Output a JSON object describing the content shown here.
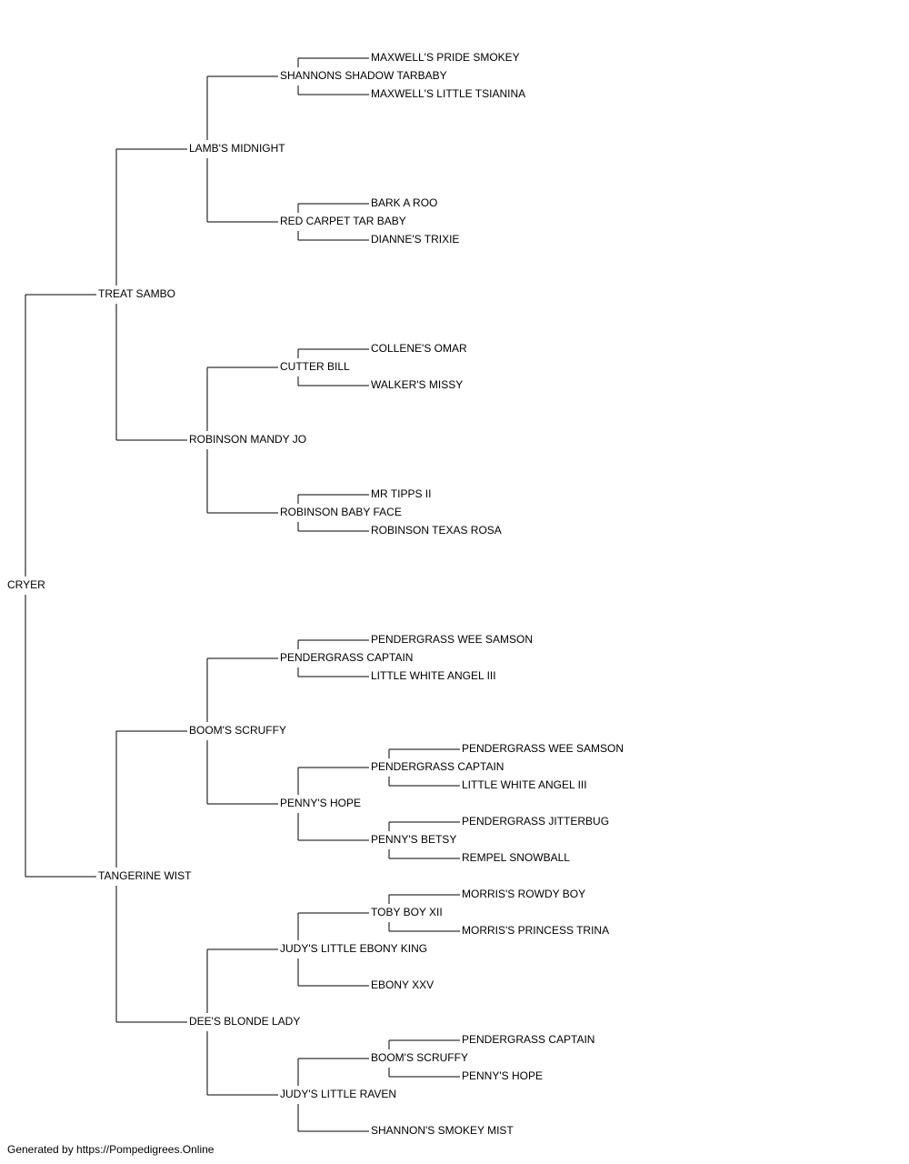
{
  "subject": "CRYER",
  "pedigree": {
    "name": "CRYER",
    "sire": {
      "name": "TREAT SAMBO",
      "sire": {
        "name": "LAMB'S MIDNIGHT",
        "sire": {
          "name": "SHANNONS SHADOW TARBABY",
          "sire": {
            "name": "MAXWELL'S PRIDE SMOKEY"
          },
          "dam": {
            "name": "MAXWELL'S LITTLE TSIANINA"
          }
        },
        "dam": {
          "name": "RED CARPET TAR BABY",
          "sire": {
            "name": "BARK A ROO"
          },
          "dam": {
            "name": "DIANNE'S TRIXIE"
          }
        }
      },
      "dam": {
        "name": "ROBINSON MANDY JO",
        "sire": {
          "name": "CUTTER BILL",
          "sire": {
            "name": "COLLENE'S OMAR"
          },
          "dam": {
            "name": "WALKER'S MISSY"
          }
        },
        "dam": {
          "name": "ROBINSON BABY FACE",
          "sire": {
            "name": "MR TIPPS II"
          },
          "dam": {
            "name": "ROBINSON TEXAS ROSA"
          }
        }
      }
    },
    "dam": {
      "name": "TANGERINE WIST",
      "sire": {
        "name": "BOOM'S SCRUFFY",
        "sire": {
          "name": "PENDERGRASS CAPTAIN",
          "sire": {
            "name": "PENDERGRASS WEE SAMSON"
          },
          "dam": {
            "name": "LITTLE WHITE ANGEL III"
          }
        },
        "dam": {
          "name": "PENNY'S HOPE",
          "sire": {
            "name": "PENDERGRASS CAPTAIN",
            "sire": {
              "name": "PENDERGRASS WEE SAMSON"
            },
            "dam": {
              "name": "LITTLE WHITE ANGEL III"
            }
          },
          "dam": {
            "name": "PENNY'S BETSY",
            "sire": {
              "name": "PENDERGRASS JITTERBUG"
            },
            "dam": {
              "name": "REMPEL SNOWBALL"
            }
          }
        }
      },
      "dam": {
        "name": "DEE'S BLONDE LADY",
        "sire": {
          "name": "JUDY'S LITTLE EBONY KING",
          "sire": {
            "name": "TOBY BOY XII",
            "sire": {
              "name": "MORRIS'S ROWDY BOY"
            },
            "dam": {
              "name": "MORRIS'S PRINCESS TRINA"
            }
          },
          "dam": {
            "name": "EBONY XXV"
          }
        },
        "dam": {
          "name": "JUDY'S LITTLE RAVEN",
          "sire": {
            "name": "BOOM'S SCRUFFY",
            "sire": {
              "name": "PENDERGRASS CAPTAIN"
            },
            "dam": {
              "name": "PENNY'S HOPE"
            }
          },
          "dam": {
            "name": "SHANNON'S SMOKEY MIST"
          }
        }
      }
    }
  },
  "footer": "Generated by https://Pompedigrees.Online",
  "colors": {
    "line": "#000000",
    "text": "#000000",
    "background": "#ffffff"
  }
}
